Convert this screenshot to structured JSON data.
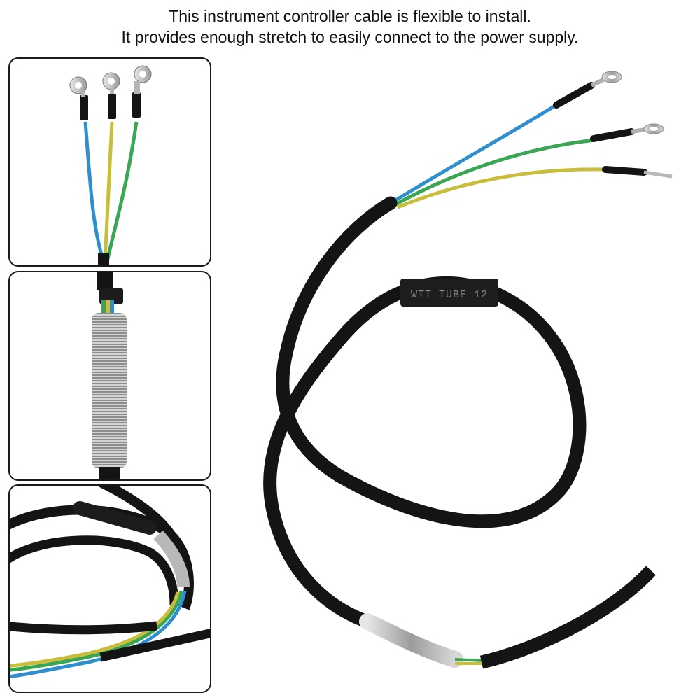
{
  "caption": {
    "line1": "This instrument controller cable is flexible to install.",
    "line2": "It provides enough stretch to easily connect to the power supply."
  },
  "sleeve_marking": "WTT TUBE 12",
  "colors": {
    "cable_black": "#141414",
    "wire_blue": "#2f8fce",
    "wire_green": "#3aa552",
    "wire_yellow": "#c9bd3c",
    "metal_spring": "#a8a8a8",
    "panel_border": "#1a1a1a"
  }
}
